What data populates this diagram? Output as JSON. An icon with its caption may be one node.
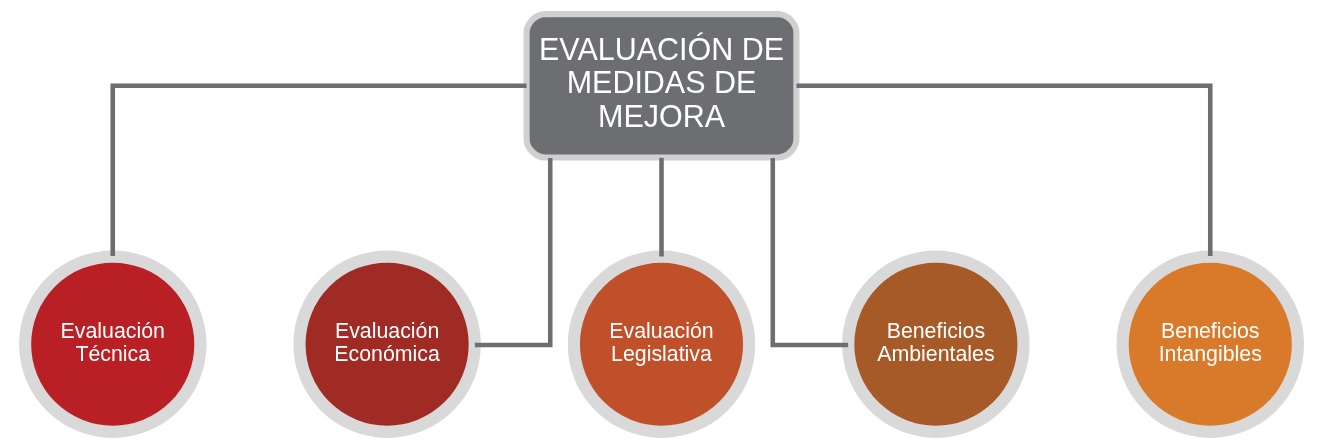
{
  "diagram": {
    "nodes": [
      {
        "text": [
          "EVALUACIÓN DE MEDIDAS DE MEJORA"
        ]
      },
      {
        "text": [
          "Evaluación Técnica"
        ]
      },
      {
        "text": [
          "Evaluación Económica"
        ]
      },
      {
        "text": [
          "Evaluación Legislativa"
        ]
      },
      {
        "text": [
          "Beneficios Ambientales"
        ]
      },
      {
        "text": [
          "Beneficios Intangibles"
        ]
      }
    ],
    "edges": [
      {
        "from": 0,
        "to": 1,
        "arrow": "none"
      },
      {
        "from": 0,
        "to": 2,
        "arrow": "none"
      },
      {
        "from": 0,
        "to": 3,
        "arrow": "none"
      },
      {
        "from": 0,
        "to": 4,
        "arrow": "none"
      },
      {
        "from": 0,
        "to": 5,
        "arrow": "none"
      }
    ]
  }
}
